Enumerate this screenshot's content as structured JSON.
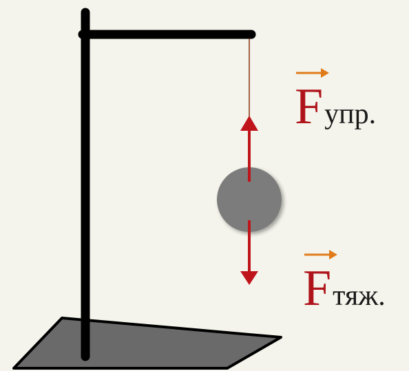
{
  "colors": {
    "background": "#f4f4ec",
    "stand": "#000000",
    "base": "#6a6a6a",
    "thread": "#8b3a1a",
    "ball": "#7b7b7b",
    "force_arrow": "#c0141b",
    "label_symbol": "#b0141b",
    "vector_mark": "#e07b1a",
    "label_subscript": "#1a1a1a"
  },
  "icons": {
    "vector_mark": "right-arrow-icon"
  },
  "forces": {
    "elastic": {
      "symbol": "F",
      "subscript": "упр."
    },
    "gravity": {
      "symbol": "F",
      "subscript": "тяж."
    }
  }
}
